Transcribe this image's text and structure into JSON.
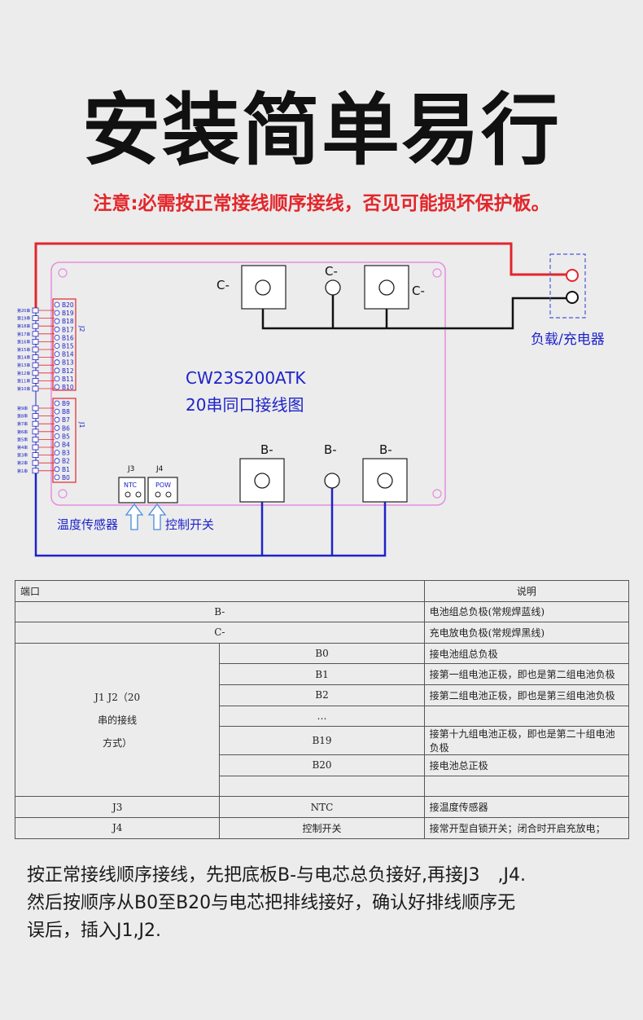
{
  "title": "安装简单易行",
  "warning": "注意:必需按正常接线顺序接线，否见可能损坏保护板。",
  "diagram": {
    "model": "CW23S200ATK",
    "subtitle": "20串同口接线图",
    "c_minus": "C-",
    "b_minus": "B-",
    "load_label": "负载/充电器",
    "j2_label": "J2",
    "j1_label": "J1",
    "j2_pins": [
      "B20",
      "B19",
      "B18",
      "B17",
      "B16",
      "B15",
      "B14",
      "B13",
      "B12",
      "B11",
      "B10"
    ],
    "j1_pins": [
      "B9",
      "B8",
      "B7",
      "B6",
      "B5",
      "B4",
      "B3",
      "B2",
      "B1",
      "B0"
    ],
    "j2_wires": [
      "第20串",
      "第19串",
      "第18串",
      "第17串",
      "第16串",
      "第15串",
      "第14串",
      "第13串",
      "第12串",
      "第11串",
      "第10串"
    ],
    "j1_wires": [
      "第9串",
      "第8串",
      "第7串",
      "第6串",
      "第5串",
      "第4串",
      "第3串",
      "第2串",
      "第1串"
    ],
    "j3_label": "J3",
    "j4_label": "J4",
    "ntc_label": "NTC",
    "pow_label": "POW",
    "temp_sensor": "温度传感器",
    "control_switch": "控制开关",
    "colors": {
      "red": "#e2262b",
      "blue": "#1e23c8",
      "pink": "#e58de0",
      "black": "#111111"
    }
  },
  "table": {
    "header": {
      "port": "端口",
      "desc": "说明"
    },
    "rows_simple": [
      {
        "port": "B-",
        "desc": "电池组总负极(常规焊蓝线)"
      },
      {
        "port": "C-",
        "desc": "充电放电负极(常规焊黑线)"
      }
    ],
    "j_group_label": "J1 J2（20\n串的接线\n方式）",
    "j_rows": [
      {
        "pin": "B0",
        "desc": "接电池组总负极"
      },
      {
        "pin": "B1",
        "desc": "接第一组电池正极，即也是第二组电池负极"
      },
      {
        "pin": "B2",
        "desc": "接第二组电池正极，即也是第三组电池负极"
      },
      {
        "pin": "…",
        "desc": ""
      },
      {
        "pin": "B19",
        "desc": "接第十九组电池正极，即也是第二十组电池负极"
      },
      {
        "pin": "B20",
        "desc": "接电池总正极"
      },
      {
        "pin": "",
        "desc": ""
      }
    ],
    "rows_bottom": [
      {
        "port": "J3",
        "pin": "NTC",
        "desc": "接温度传感器"
      },
      {
        "port": "J4",
        "pin": "控制开关",
        "desc": "接常开型自锁开关；闭合时开启充放电；"
      }
    ]
  },
  "instructions": "按正常接线顺序接线，先把底板B-与电芯总负接好,再接J3　,J4.\n然后按顺序从B0至B20与电芯把排线接好，确认好排线顺序无\n误后，插入J1,J2."
}
